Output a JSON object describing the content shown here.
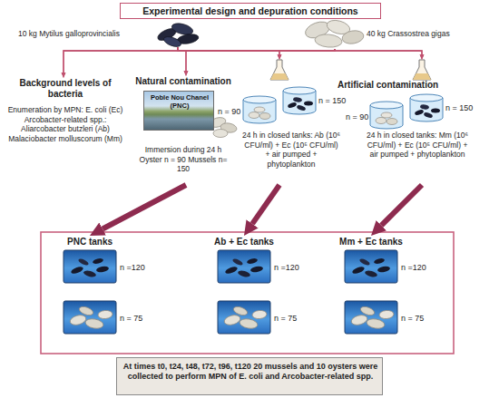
{
  "diagram": {
    "title": "Experimental design and depuration conditions",
    "nodes": [
      {
        "text": [
          "10 kg Mytilus galloprovincialis"
        ]
      },
      {
        "text": [
          "40 kg Crassostrea gigas"
        ]
      },
      {
        "text": [
          "Background levels of bacteria",
          "Enumeration by MPN: E. coli (Ec) Arcobacter-related spp.: Aliarcobacter butzleri (Ab) Malaciobacter molluscorum (Mm)"
        ]
      },
      {
        "text": [
          "Natural contamination",
          "Immersion during 24 h Oyster n = 90 Mussels n= 150"
        ]
      },
      {
        "text": [
          "Poble Nou Chanel (PNC)"
        ],
        "in": 3
      },
      {
        "text": [
          "24 h in closed tanks: Ab (10⁶ CFU/ml) + Ec (10⁵ CFU/ml) + air pumped + phytoplankton"
        ]
      },
      {
        "text": [
          "24 h in closed tanks: Mm (10⁶ CFU/ml) + Ec (10⁵ CFU/ml) + air pumped + phytoplankton"
        ]
      },
      {
        "text": [
          "PNC tanks",
          "n =120",
          "n = 75"
        ]
      },
      {
        "text": [
          "Ab + Ec tanks",
          "n =120",
          "n = 75"
        ]
      },
      {
        "text": [
          "Mm + Ec tanks",
          "n =120",
          "n = 75"
        ]
      },
      {
        "text": [
          "At times t0, t24, t48, t72, t96, t120 20 mussels and 10 oysters were collected to perform MPN of E. coli and Arcobacter-related spp."
        ]
      }
    ],
    "edges": [
      {
        "from": 0,
        "to": 2,
        "arrow": "to"
      },
      {
        "from": 0,
        "to": 3,
        "arrow": "to"
      },
      {
        "from": 0,
        "to": 5,
        "arrow": "to"
      },
      {
        "from": 0,
        "to": 6,
        "arrow": "to"
      },
      {
        "from": 1,
        "to": 2,
        "arrow": "to"
      },
      {
        "from": 1,
        "to": 3,
        "arrow": "to"
      },
      {
        "from": 1,
        "to": 5,
        "arrow": "to"
      },
      {
        "from": 1,
        "to": 6,
        "arrow": "to"
      },
      {
        "from": 3,
        "to": 7,
        "arrow": "to"
      },
      {
        "from": 5,
        "to": 8,
        "arrow": "to"
      },
      {
        "from": 6,
        "to": 9,
        "arrow": "to"
      }
    ],
    "labels": [
      "Artificial contamination",
      "n = 90",
      "n = 150",
      "n = 90",
      "n = 150"
    ]
  }
}
